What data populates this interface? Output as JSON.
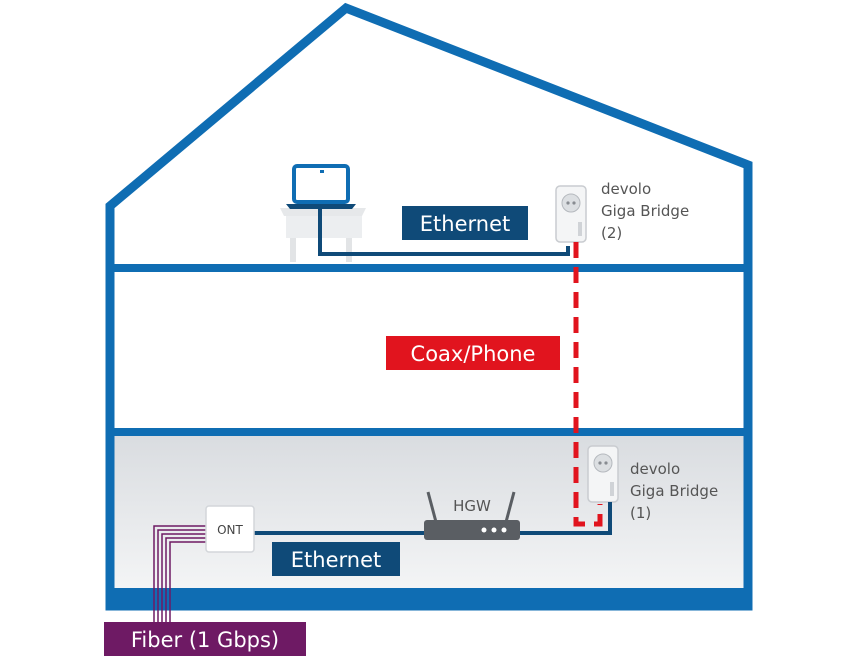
{
  "labels": {
    "ethernet_upper": "Ethernet",
    "ethernet_lower": "Ethernet",
    "coax_phone": "Coax/Phone",
    "fiber": "Fiber (1 Gbps)",
    "hgw": "HGW",
    "ont": "ONT",
    "device_upper": [
      "devolo",
      "Giga Bridge",
      "(2)"
    ],
    "device_lower": [
      "devolo",
      "Giga Bridge",
      "(1)"
    ]
  },
  "colors": {
    "house_blue": "#0f6db3",
    "label_navy": "#0f4a78",
    "coax_red": "#e1141e",
    "fiber_purple": "#6e1a64",
    "basement_gray": "#e3e5e8"
  }
}
